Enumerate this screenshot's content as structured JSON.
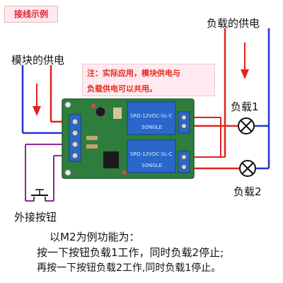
{
  "title_badge": "接线示例",
  "labels": {
    "load_supply": "负载的供电",
    "module_supply": "模块的供电",
    "load1": "负载1",
    "load2": "负载2",
    "ext_button": "外接按钮"
  },
  "note": {
    "line1": "注：实际应用，模块供电与",
    "line2": "负载供电可以共用。"
  },
  "description": {
    "line1": "以M2为例功能为：",
    "line2": "按一下按钮负载1工作，同时负载2停止;",
    "line3": "再按一下按钮负载2工作,同时负载1停止。"
  },
  "board": {
    "relay1_text": "SRD-12VDC-SL-C",
    "relay2_text": "SRD-12VDC-SL-C",
    "brand": "SONGLE"
  },
  "colors": {
    "wire_blue": "#2234d6",
    "wire_red": "#e1231c",
    "wire_purple": "#8a2a93",
    "arrow_red": "#e1231c",
    "badge_text": "#d8263a",
    "pcb_green": "#2e7d3d",
    "relay_blue": "#2a67c9"
  }
}
